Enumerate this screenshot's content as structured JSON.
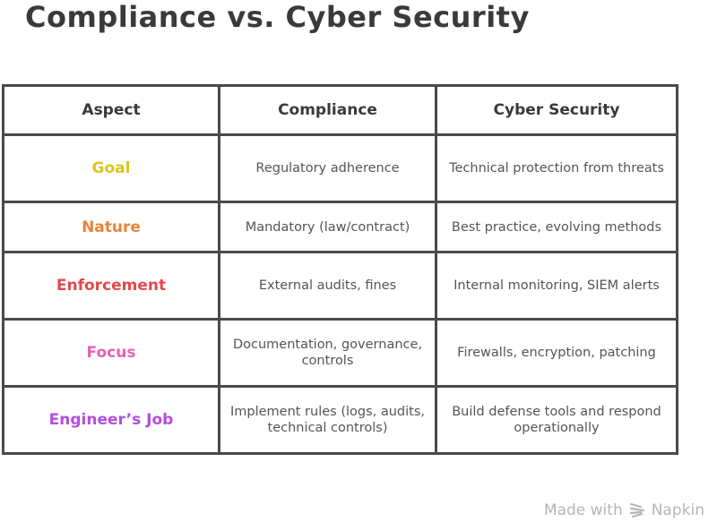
{
  "title": "Compliance vs. Cyber Security",
  "table": {
    "headers": [
      "Aspect",
      "Compliance",
      "Cyber Security"
    ],
    "rows": [
      {
        "aspect": "Goal",
        "color": "#dcc51c",
        "compliance": "Regulatory adherence",
        "cyber": "Technical protection from threats"
      },
      {
        "aspect": "Nature",
        "color": "#e8843a",
        "compliance": "Mandatory (law/contract)",
        "cyber": "Best practice, evolving methods"
      },
      {
        "aspect": "Enforcement",
        "color": "#e5484b",
        "compliance": "External audits, fines",
        "cyber": "Internal monitoring, SIEM alerts"
      },
      {
        "aspect": "Focus",
        "color": "#e660b4",
        "compliance": "Documentation, governance, controls",
        "cyber": "Firewalls, encryption, patching"
      },
      {
        "aspect": "Engineer’s Job",
        "color": "#b24de0",
        "compliance": "Implement rules (logs, audits, technical controls)",
        "cyber": "Build defense tools and respond operationally"
      }
    ]
  },
  "footer": {
    "made_with": "Made with",
    "brand": "Napkin",
    "icon": "napkin-logo-icon"
  }
}
